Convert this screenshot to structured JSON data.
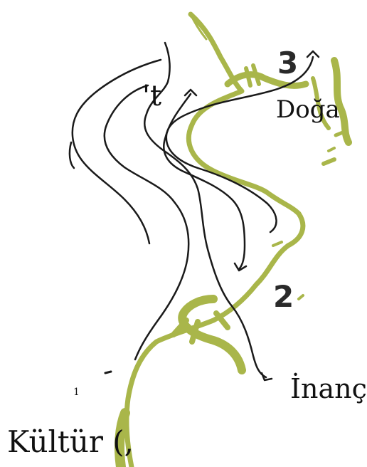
{
  "diagram": {
    "labels": {
      "t": "'t",
      "doga": "Doğa",
      "inanc": "İnanç",
      "kultur": "Kültür (,",
      "small_one": "1"
    },
    "numbers": {
      "three": "3",
      "two": "2"
    },
    "colors": {
      "olive": "#a9b64a",
      "ink": "#1a1a1a",
      "background": "#ffffff"
    }
  }
}
